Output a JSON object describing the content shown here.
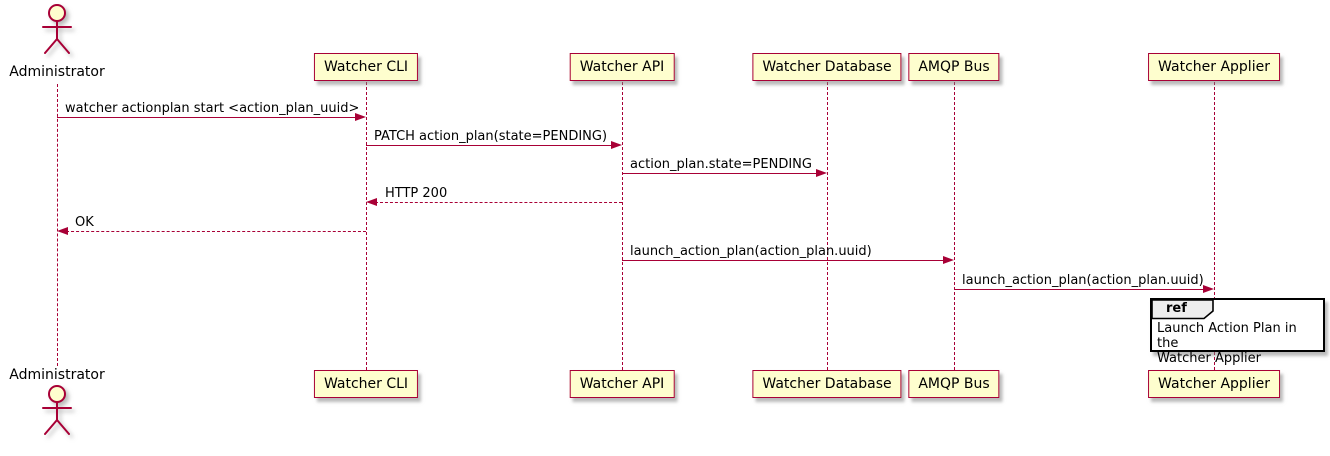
{
  "diagram": {
    "type": "uml-sequence-diagram",
    "actor": {
      "name": "Administrator"
    },
    "participants": [
      {
        "name": "Watcher CLI"
      },
      {
        "name": "Watcher API"
      },
      {
        "name": "Watcher Database"
      },
      {
        "name": "AMQP Bus"
      },
      {
        "name": "Watcher Applier"
      }
    ],
    "messages": [
      {
        "label": "watcher actionplan start <action_plan_uuid>",
        "from": "Administrator",
        "to": "Watcher CLI",
        "line_style": "solid"
      },
      {
        "label": "PATCH action_plan(state=PENDING)",
        "from": "Watcher CLI",
        "to": "Watcher API",
        "line_style": "solid"
      },
      {
        "label": "action_plan.state=PENDING",
        "from": "Watcher API",
        "to": "Watcher Database",
        "line_style": "solid"
      },
      {
        "label": "HTTP 200",
        "from": "Watcher API",
        "to": "Watcher CLI",
        "line_style": "dashed"
      },
      {
        "label": "OK",
        "from": "Watcher CLI",
        "to": "Administrator",
        "line_style": "dashed"
      },
      {
        "label": "launch_action_plan(action_plan.uuid)",
        "from": "Watcher API",
        "to": "AMQP Bus",
        "line_style": "solid"
      },
      {
        "label": "launch_action_plan(action_plan.uuid)",
        "from": "AMQP Bus",
        "to": "Watcher Applier",
        "line_style": "solid"
      }
    ],
    "ref_fragment": {
      "keyword": "ref",
      "text": "Launch Action Plan in the\nWatcher Applier"
    },
    "colors": {
      "box_fill": "#FEFECE",
      "border": "#A80036",
      "arrow": "#A80036",
      "text": "#000000",
      "ref_border": "#000000",
      "ref_header_fill": "#EEEEEE"
    }
  }
}
